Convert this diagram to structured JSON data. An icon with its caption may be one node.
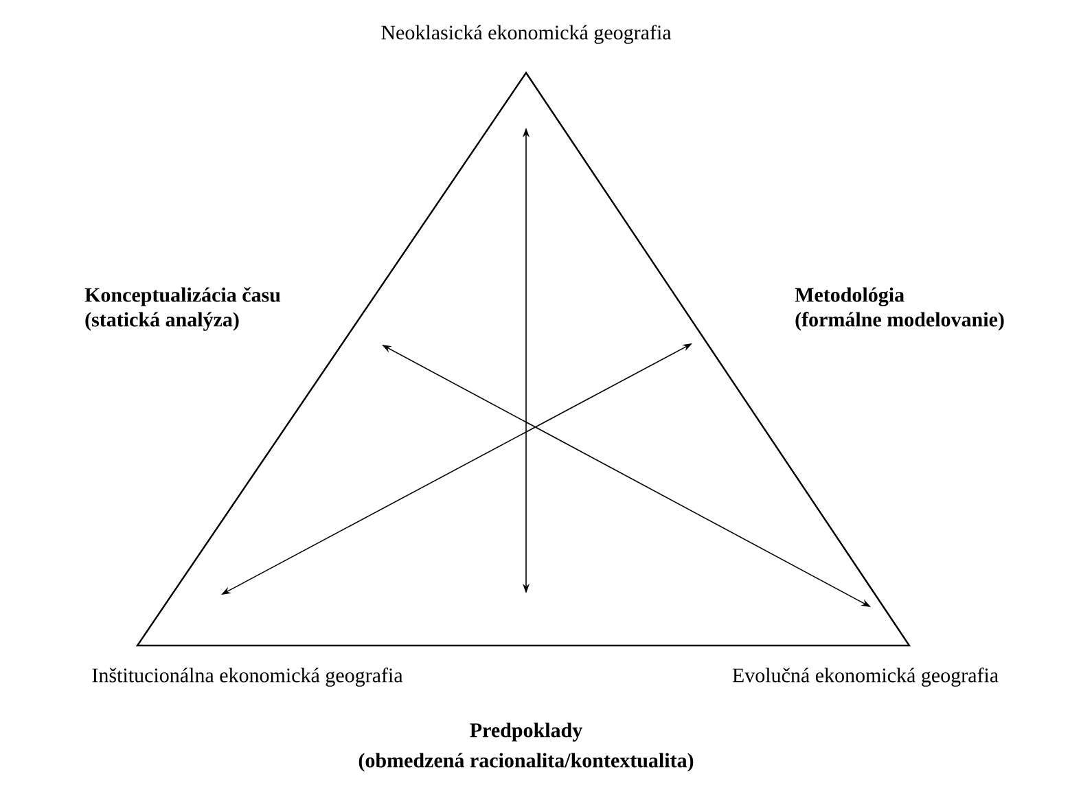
{
  "diagram": {
    "nodes": [
      {
        "text": [
          "Neoklasická ekonomická geografia"
        ]
      },
      {
        "text": [
          "Konceptualizácia času",
          "(statická analýza)"
        ]
      },
      {
        "text": [
          "Metodológia",
          "(formálne modelovanie)"
        ]
      },
      {
        "text": [
          "Inštitucionálna ekonomická geografia"
        ]
      },
      {
        "text": [
          "Evolučná ekonomická geografia"
        ]
      },
      {
        "text": [
          "Predpoklady",
          "(obmedzená racionalita/kontextualita)"
        ]
      }
    ],
    "edges": [
      {
        "from": 0,
        "to": null,
        "arrow": "both"
      },
      {
        "from": 1,
        "to": 4,
        "arrow": "both"
      },
      {
        "from": 2,
        "to": 3,
        "arrow": "both"
      }
    ]
  }
}
